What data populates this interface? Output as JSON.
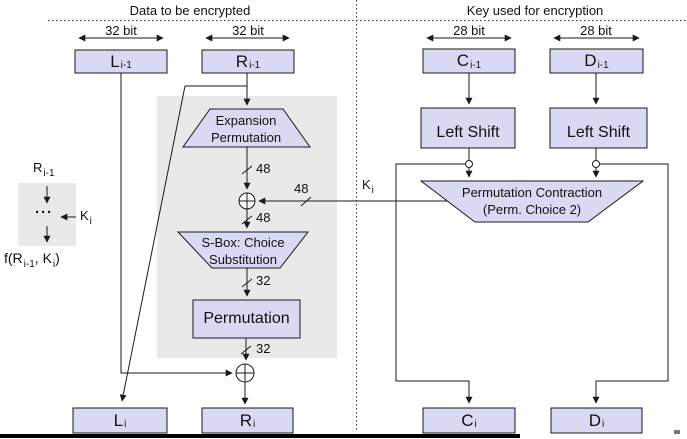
{
  "colors": {
    "box_fill": "#d9d9f3",
    "panel": "#e9e9e9",
    "line": "#1a1a1a"
  },
  "headers": {
    "data": "Data to be encrypted",
    "key": "Key used for encryption"
  },
  "bit_widths": {
    "l_prev": "32 bit",
    "r_prev": "32 bit",
    "c_prev": "28 bit",
    "d_prev": "28 bit"
  },
  "registers": {
    "l_prev": {
      "base": "L",
      "sub": "i-1"
    },
    "r_prev": {
      "base": "R",
      "sub": "i-1"
    },
    "c_prev": {
      "base": "C",
      "sub": "i-1"
    },
    "d_prev": {
      "base": "D",
      "sub": "i-1"
    },
    "l_next": {
      "base": "L",
      "sub": "i"
    },
    "r_next": {
      "base": "R",
      "sub": "i"
    },
    "c_next": {
      "base": "C",
      "sub": "i"
    },
    "d_next": {
      "base": "D",
      "sub": "i"
    }
  },
  "blocks": {
    "expansion_line1": "Expansion",
    "expansion_line2": "Permutation",
    "sbox_line1": "S-Box: Choice",
    "sbox_line2": "Substitution",
    "permutation": "Permutation",
    "left_shift_c": "Left Shift",
    "left_shift_d": "Left Shift",
    "perm_contraction_line1": "Permutation Contraction",
    "perm_contraction_line2": "(Perm. Choice 2)"
  },
  "wires": {
    "expansion_out": "48",
    "key_in": "48",
    "xor_out": "48",
    "sbox_out": "32",
    "permutation_out": "32"
  },
  "key_label": {
    "base": "K",
    "sub": "i"
  },
  "legend": {
    "top_base": "R",
    "top_sub": "i-1",
    "dots": "···",
    "key_base": "K",
    "key_sub": "i",
    "fn_pre": "f(R",
    "fn_sub1": "i-1",
    "fn_mid": ", K",
    "fn_sub2": "i",
    "fn_post": ")"
  }
}
